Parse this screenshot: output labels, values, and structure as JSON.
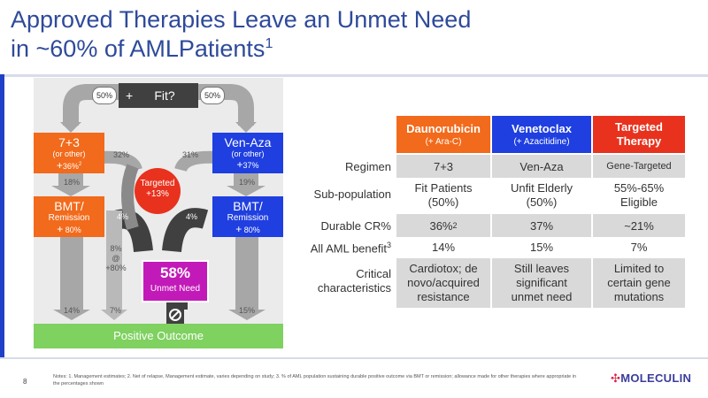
{
  "slide": {
    "title_line1": "Approved Therapies Leave an Unmet Need",
    "title_line2": "in ~60% of AMLPatients",
    "title_sup": "1",
    "page_number": "8",
    "notes": "Notes: 1. Management estimates; 2. Net of relapse, Management estimate, varies depending on study; 3. % of AML population sustaining durable positive outcome via BMT or remission; allowance made for other therapies where appropriate in the percentages shown",
    "logo_text": "MOLECULIN"
  },
  "flow": {
    "fit_label": "Fit?",
    "plus_sign": "+",
    "left_split": "50%",
    "right_split": "50%",
    "left_box": {
      "title": "7+3",
      "sub": "(or other)",
      "plus": "+",
      "rate": "36%",
      "rate_sup": "2"
    },
    "right_box": {
      "title": "Ven-Aza",
      "sub": "(or other)",
      "plus": "+",
      "rate": "37%"
    },
    "left_to_targeted": "32%",
    "right_to_targeted": "31%",
    "targeted": {
      "title": "Targeted",
      "rate": "+13%"
    },
    "left_to_bmt": "18%",
    "right_to_bmt": "19%",
    "left_bmt": {
      "title": "BMT/",
      "sub": "Remission",
      "plus": "+",
      "rate": "80%"
    },
    "right_bmt": {
      "title": "BMT/",
      "sub": "Remission",
      "plus": "+",
      "rate": "80%"
    },
    "left_bmt_to_unmet": "4%",
    "right_bmt_to_unmet": "4%",
    "middle_line1": "8%",
    "middle_line2": "@",
    "middle_line3": "+80%",
    "unmet": {
      "value": "58%",
      "label": "Unmet Need"
    },
    "bottom_left": "14%",
    "bottom_mid": "7%",
    "bottom_right": "15%",
    "outcome": "Positive Outcome",
    "colors": {
      "orange": "#f26a1b",
      "blue": "#1f3fe0",
      "red": "#e8321e",
      "magenta": "#c21ab8",
      "green": "#7fd160",
      "dark": "#404040"
    }
  },
  "table": {
    "headers": [
      {
        "name": "Daunorubicin",
        "sub": "(+ Ara-C)",
        "color": "#f26a1b"
      },
      {
        "name": "Venetoclax",
        "sub": "(+ Azacitidine)",
        "color": "#1f3fe0"
      },
      {
        "name": "Targeted Therapy",
        "sub": "",
        "color": "#e8321e"
      }
    ],
    "rows": [
      {
        "label": "Regimen",
        "cells": [
          "7+3",
          "Ven-Aza",
          "Gene-Targeted"
        ]
      },
      {
        "label": "Sub-population",
        "cells": [
          "Fit Patients (50%)",
          "Unfit Elderly (50%)",
          "55%-65% Eligible"
        ]
      },
      {
        "label": "Durable CR%",
        "cells": [
          "36%",
          "37%",
          "~21%"
        ],
        "sup0": "2"
      },
      {
        "label": "All AML benefit",
        "label_sup": "3",
        "cells": [
          "14%",
          "15%",
          "7%"
        ]
      },
      {
        "label": "Critical characteristics",
        "cells": [
          "Cardiotox; de novo/acquired resistance",
          "Still leaves significant unmet need",
          "Limited to certain gene mutations"
        ]
      }
    ]
  }
}
